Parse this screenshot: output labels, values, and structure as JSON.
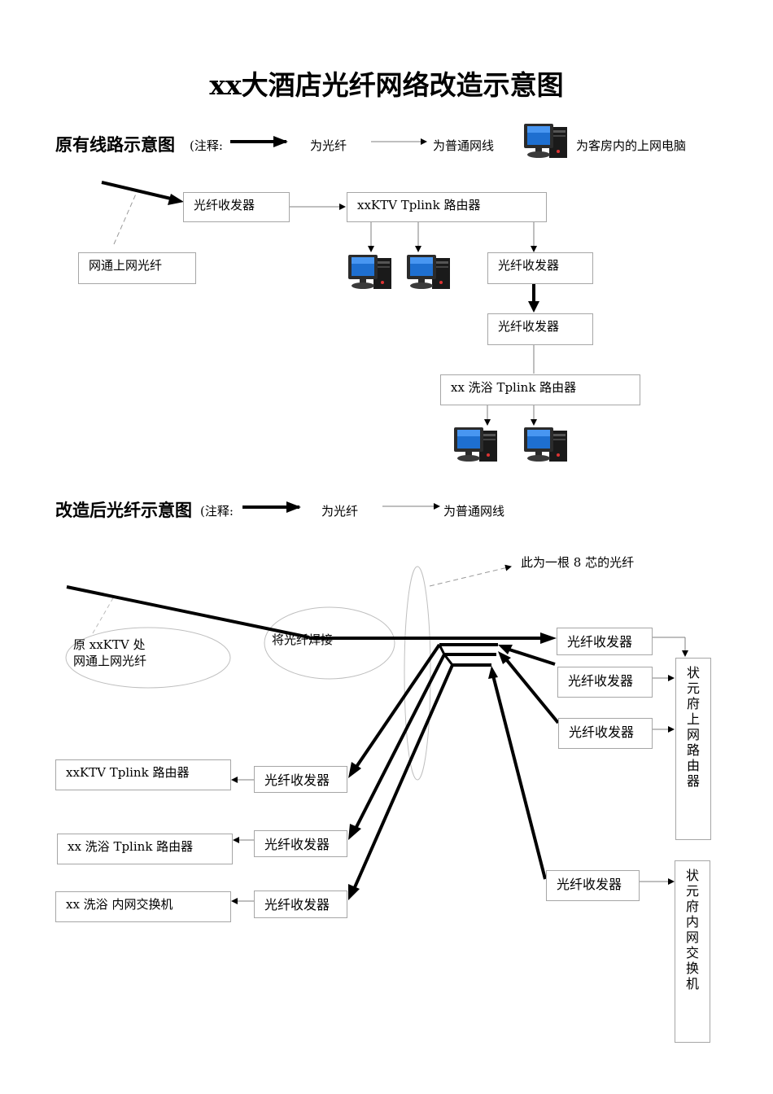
{
  "title": "xx大酒店光纤网络改造示意图",
  "section1": {
    "heading": "原有线路示意图",
    "legend_prefix": "(注释:",
    "legend_fiber": "为光纤",
    "legend_cable": "为普通网线",
    "legend_pc": "为客房内的上网电脑",
    "nodes": {
      "transceiver_top": "光纤收发器",
      "ktv_router": "xxKTV  Tplink  路由器",
      "fiber_source": "网通上网光纤",
      "transceiver_mid": "光纤收发器",
      "transceiver_low": "光纤收发器",
      "bath_router": "xx 洗浴   Tplink  路由器"
    }
  },
  "section2": {
    "heading": "改造后光纤示意图",
    "legend_prefix": "(注释:",
    "legend_fiber": "为光纤",
    "legend_cable": "为普通网线",
    "fiber_note": "此为一根 8 芯的光纤",
    "source_line1": "原 xxKTV 处",
    "source_line2": "网通上网光纤",
    "splice_label": "将光纤焊接",
    "right_transceivers": [
      "光纤收发器",
      "光纤收发器",
      "光纤收发器"
    ],
    "right_bottom_transceiver": "光纤收发器",
    "left_transceivers": [
      "光纤收发器",
      "光纤收发器",
      "光纤收发器"
    ],
    "left_devices": [
      "xxKTV Tplink 路由器",
      "xx 洗浴 Tplink 路由器",
      "xx 洗浴  内网交换机"
    ],
    "gov_router_chars": [
      "状",
      "元",
      "府",
      "上",
      "网",
      "路",
      "由",
      "器"
    ],
    "gov_switch_chars": [
      "状",
      "元",
      "府",
      "内",
      "网",
      "交",
      "换",
      "机"
    ]
  },
  "colors": {
    "box_border": "#a6a6a6",
    "thin_line": "#7f7f7f",
    "fiber": "#000000",
    "monitor_screen": "#1e6fd0"
  }
}
